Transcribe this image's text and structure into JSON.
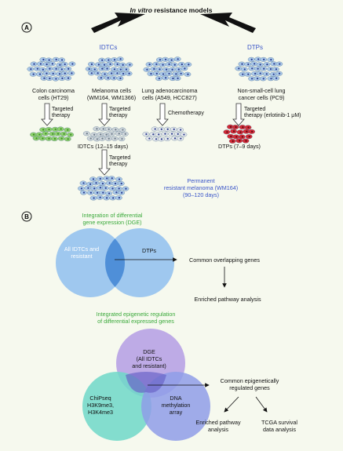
{
  "title": {
    "italic": "In vitro",
    "rest": " resistance models"
  },
  "panel_a": {
    "label": "A",
    "group_idtcs": "IDTCs",
    "group_dtps": "DTPs",
    "cells": [
      {
        "line1": "Colon carcinoma",
        "line2": "cells (HT29)"
      },
      {
        "line1": "Melanoma cells",
        "line2": "(WM164, WM1366)"
      },
      {
        "line1": "Lung adenocarcinoma",
        "line2": "cells (A549, HCC827)"
      },
      {
        "line1": "Non-small-cell lung",
        "line2": "cancer cells (PC9)"
      }
    ],
    "treatments": [
      {
        "line1": "Targeted",
        "line2": "therapy"
      },
      {
        "line1": "Targeted",
        "line2": "therapy"
      },
      {
        "line1": "Chemotherapy",
        "line2": ""
      },
      {
        "line1": "Targeted",
        "line2": "therapy (erlotinib-1 μM)"
      }
    ],
    "idtcs_days": "IDTCs (12–15 days)",
    "dtps_days": "DTPs (7–9 days)",
    "second_treatment": {
      "line1": "Targeted",
      "line2": "therapy"
    },
    "permanent": {
      "line1": "Permanent",
      "line2": "resistant melanoma (WM164)",
      "line3": "(90–120 days)"
    }
  },
  "panel_b": {
    "label": "B",
    "dge_title": {
      "line1": "Integration of differential",
      "line2": "gene expression (DGE)"
    },
    "venn1_left": {
      "line1": "All IDTCs and",
      "line2": "resistant"
    },
    "venn1_right": "DTPs",
    "common_genes": "Common overlapping genes",
    "enriched": "Enriched pathway analysis",
    "epi_title": {
      "line1": "Integrated epigenetic regulation",
      "line2": "of differential expressed genes"
    },
    "venn2_top": {
      "line1": "DGE",
      "line2": "(All IDTCs",
      "line3": "and resistant)"
    },
    "venn2_left": {
      "line1": "ChiPseq",
      "line2": "H3K9me3,",
      "line3": "H3K4me3"
    },
    "venn2_right": {
      "line1": "DNA",
      "line2": "methylation",
      "line3": "array"
    },
    "common_epi": {
      "line1": "Common epigenetically",
      "line2": "regulated genes"
    },
    "enriched2": {
      "line1": "Enriched pathway",
      "line2": "analysis"
    },
    "tcga": {
      "line1": "TCGA survival",
      "line2": "data analysis"
    }
  },
  "colors": {
    "group_label": "#3a55c8",
    "green_label": "#3aa93a",
    "venn_blue": "#6aa8e8",
    "venn_purple": "#b49be0",
    "venn_cyan": "#6fd6c6",
    "venn_violet": "#8a9ae8",
    "cell_blue": "#aac9ea",
    "cell_green": "#8ed26c",
    "cell_grey": "#cfd6db",
    "cell_red": "#d42a36"
  }
}
